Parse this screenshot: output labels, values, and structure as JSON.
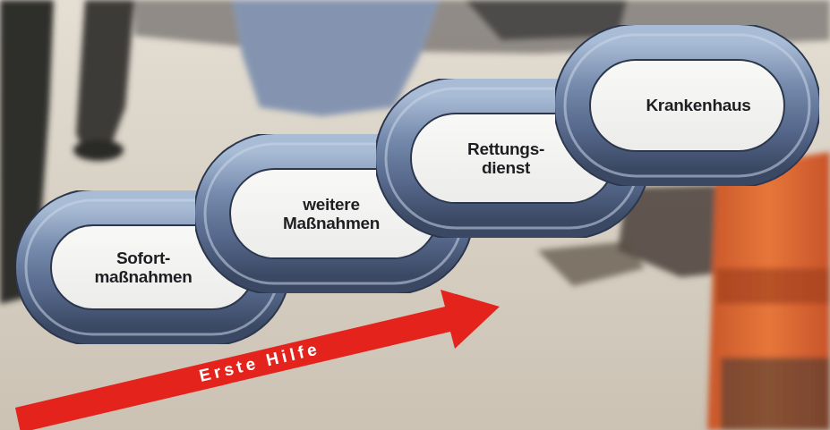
{
  "diagram": {
    "nodes": [
      {
        "text": [
          "Sofort- maßnahmen"
        ]
      },
      {
        "text": [
          "weitere Maßnahmen"
        ]
      },
      {
        "text": [
          "Rettungs- dienst"
        ]
      },
      {
        "text": [
          "Krankenhaus"
        ]
      }
    ],
    "labels": [
      "Erste Hilfe"
    ]
  }
}
